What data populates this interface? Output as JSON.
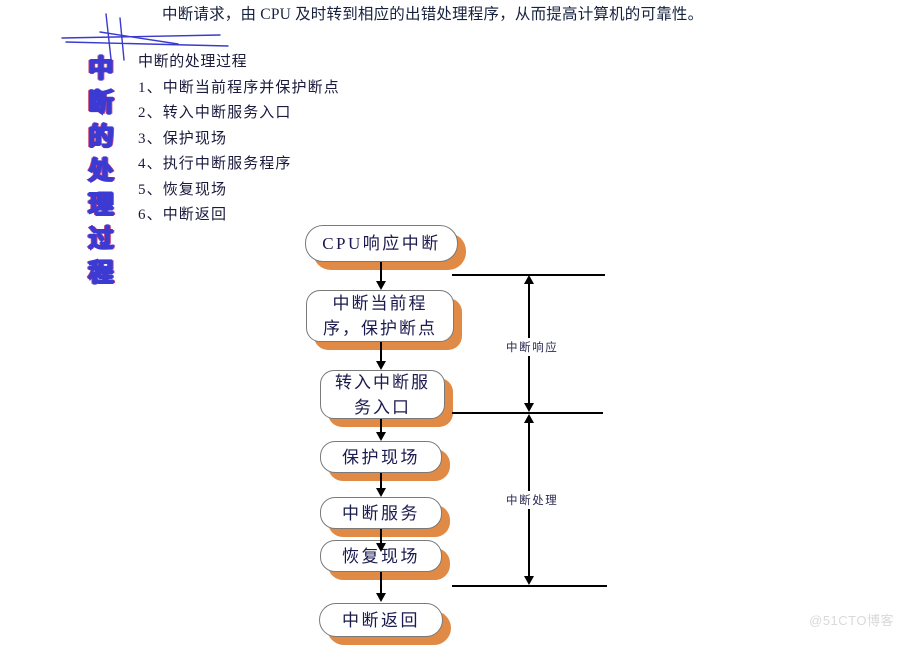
{
  "page": {
    "intro_paragraph": "中断请求，由 CPU 及时转到相应的出错处理程序，从而提高计算机的可靠性。",
    "watermark": "@51CTO博客"
  },
  "vertical_title": {
    "text": "中断的处理过程",
    "chars": [
      "中",
      "断",
      "的",
      "处",
      "理",
      "过",
      "程"
    ],
    "stroke_color": "#3b3bd4",
    "accent_color": "#c94a78"
  },
  "list_block": {
    "heading": "中断的处理过程",
    "items": [
      {
        "num": "1、",
        "label": "中断当前程序并保护断点"
      },
      {
        "num": "2、",
        "label": "转入中断服务入口"
      },
      {
        "num": "3、",
        "label": "保护现场"
      },
      {
        "num": "4、",
        "label": "执行中断服务程序"
      },
      {
        "num": "5、",
        "label": "恢复现场"
      },
      {
        "num": "6、",
        "label": "中断返回"
      }
    ]
  },
  "flowchart": {
    "box_border_color": "#7a7a7a",
    "shadow_color": "#e08a46",
    "text_color": "#1a1a4e",
    "nodes": [
      {
        "id": "cpu-respond",
        "lines": [
          "CPU响应中断"
        ]
      },
      {
        "id": "interrupt-current",
        "lines": [
          "中断当前程",
          "序，保护断点"
        ]
      },
      {
        "id": "enter-service",
        "lines": [
          "转入中断服",
          "务入口"
        ]
      },
      {
        "id": "save-context",
        "lines": [
          "保护现场"
        ]
      },
      {
        "id": "interrupt-service",
        "lines": [
          "中断服务"
        ]
      },
      {
        "id": "restore-context",
        "lines": [
          "恢复现场"
        ]
      },
      {
        "id": "interrupt-return",
        "lines": [
          "中断返回"
        ]
      }
    ],
    "brackets": [
      {
        "id": "response",
        "label": "中断响应"
      },
      {
        "id": "processing",
        "label": "中断处理"
      }
    ]
  }
}
